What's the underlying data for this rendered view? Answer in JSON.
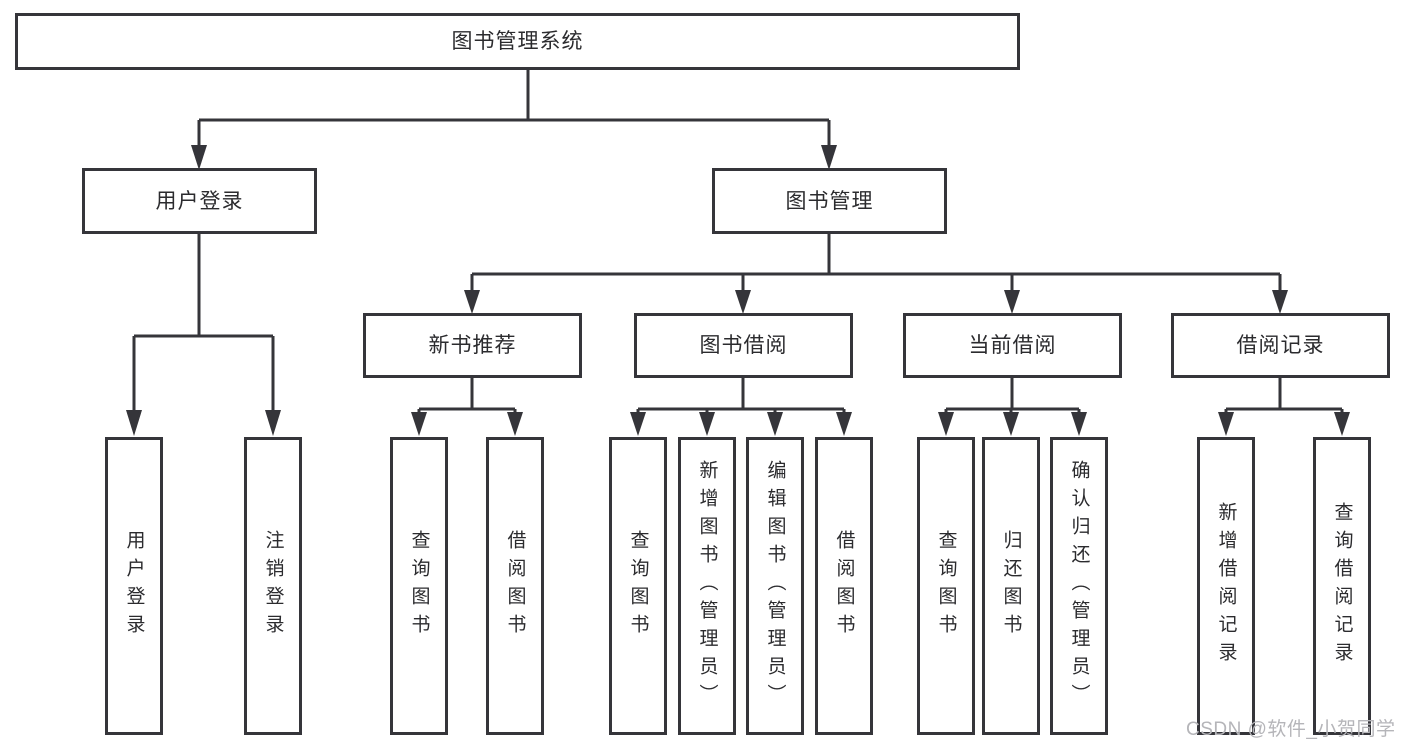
{
  "root": {
    "label": "图书管理系统"
  },
  "tree": {
    "login": {
      "label": "用户登录",
      "children": [
        "用户登录",
        "注销登录"
      ]
    },
    "mgmt": {
      "label": "图书管理",
      "sections": [
        {
          "label": "新书推荐",
          "children": [
            "查询图书",
            "借阅图书"
          ]
        },
        {
          "label": "图书借阅",
          "children": [
            "查询图书",
            "新增图书（管理员）",
            "编辑图书（管理员）",
            "借阅图书"
          ]
        },
        {
          "label": "当前借阅",
          "children": [
            "查询图书",
            "归还图书",
            "确认归还（管理员）"
          ]
        },
        {
          "label": "借阅记录",
          "children": [
            "新增借阅记录",
            "查询借阅记录"
          ]
        }
      ]
    }
  },
  "watermark": {
    "text": "CSDN @软件_小贺同学"
  },
  "colors": {
    "line": "#35353a",
    "text": "#2b2b2e",
    "watermark_text": "#b5b5b9",
    "background": "#ffffff"
  }
}
